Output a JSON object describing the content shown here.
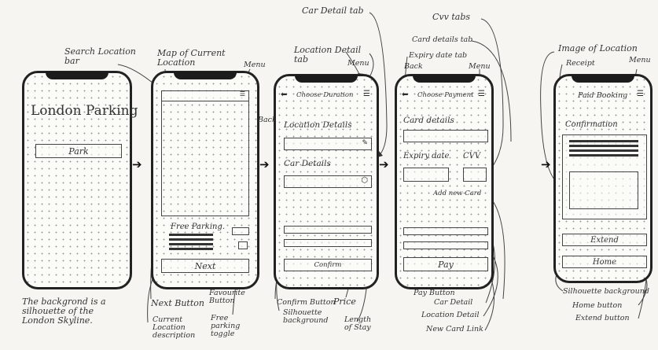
{
  "screens": {
    "home": {
      "title": "London Parking",
      "button": "Park"
    },
    "map": {
      "free_parking": "Free Parking.",
      "next_button": "Next"
    },
    "duration": {
      "header": "Choose Duration",
      "location_details": "Location Details",
      "car_details": "Car Details",
      "confirm_button": "Confirm"
    },
    "payment": {
      "header": "Choose Payment",
      "card_details": "Card details",
      "expiry_date": "Expiry date",
      "cvv": "CVV",
      "add_new_card": "Add new Card",
      "pay_button": "Pay"
    },
    "booking": {
      "header": "Paid Booking",
      "confirmation": "Confirmation",
      "extend_button": "Extend",
      "home_button": "Home"
    }
  },
  "annotations": {
    "background_note": "The backgrond is a silhouette of the London Skyline.",
    "search_location_bar": "Search Location bar",
    "map_current_location": "Map of Current Location",
    "menu_1": "Menu",
    "next_button": "Next Button",
    "current_location": "Current Location description",
    "favourite_button": "Favourite Button",
    "free_parking_toggle": "Free parking toggle",
    "location_detail_tab": "Location Detail tab",
    "menu_2": "Menu",
    "back_1": "Back",
    "car_detail_tab": "Car Detail tab",
    "confirm_button": "Confirm Button",
    "silhouette_background_1": "Silhouette background",
    "price": "Price",
    "length_of_stay": "Length of Stay",
    "cvv_tabs": "Cvv tabs",
    "card_details_tab": "Card details tab",
    "expiry_date_tab": "Expiry date tab",
    "back_2": "Back",
    "menu_3": "Menu",
    "pay_button": "Pay Button",
    "car_detail": "Car Detail",
    "location_detail": "Location Detail",
    "new_card_link": "New Card Link",
    "image_of_location": "Image of Location",
    "receipt": "Receipt",
    "menu_4": "Menu",
    "silhouette_background_2": "Silhouette background",
    "home_button": "Home button",
    "extend_button": "Extend button"
  }
}
